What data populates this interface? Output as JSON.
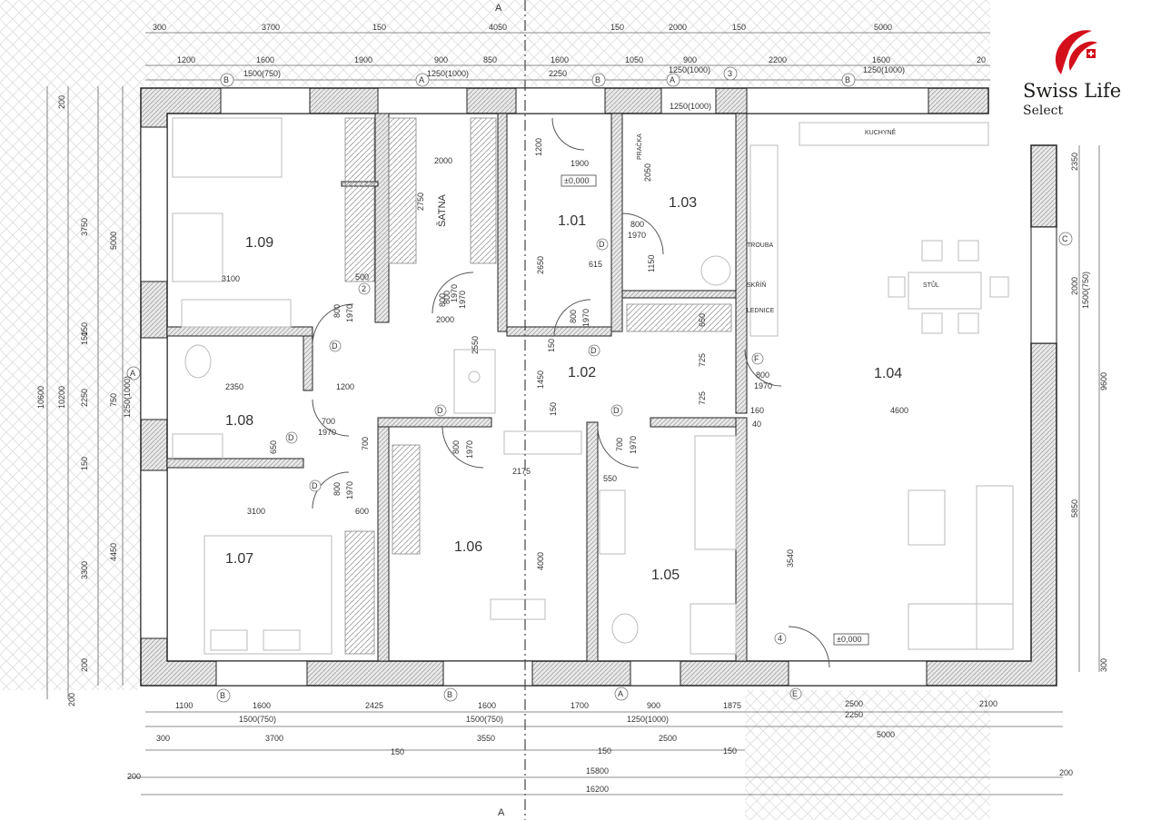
{
  "brand": {
    "name": "Swiss Life",
    "sub": "Select",
    "color": "#d40f1c"
  },
  "section_marks": {
    "label": "A"
  },
  "grid_axes": {
    "a": "A",
    "b": "B",
    "c": "C",
    "d": "D",
    "e": "E",
    "f": "F",
    "n2": "2",
    "n3": "3",
    "n4": "4"
  },
  "rooms": {
    "r101": "1.01",
    "r102": "1.02",
    "r103": "1.03",
    "r104": "1.04",
    "r105": "1.05",
    "r106": "1.06",
    "r107": "1.07",
    "r108": "1.08",
    "r109": "1.09",
    "satna": "ŠATNA"
  },
  "levels": {
    "l1": "±0,000",
    "l2": "±0,000"
  },
  "dims_top": {
    "t1": "300",
    "t2": "3700",
    "t3": "150",
    "t4": "4050",
    "t5": "150",
    "t6": "2000",
    "t7": "150",
    "t8": "5000",
    "u1": "1200",
    "u2": "1600",
    "u3": "1900",
    "u4": "900",
    "u5": "850",
    "u6": "1600",
    "u7": "1050",
    "u8": "900",
    "u9": "2200",
    "u10": "1600",
    "u11": "20",
    "v1": "1500(750)",
    "v2": "1250(1000)",
    "v3": "2250",
    "v4": "1250(1000)",
    "v5": "1250(1000)"
  },
  "dims_bottom": {
    "b1": "1100",
    "b2": "1600",
    "b3": "2425",
    "b4": "1600",
    "b5": "1700",
    "b6": "900",
    "b7": "1875",
    "b8": "2500",
    "b9": "2100",
    "c1": "1500(750)",
    "c2": "1500(750)",
    "c3": "1250(1000)",
    "c4": "2250",
    "d1": "300",
    "d2": "3700",
    "d3": "150",
    "d4": "3550",
    "d5": "150",
    "d6": "2500",
    "d7": "150",
    "d8": "5000",
    "e1": "200",
    "e2": "15800",
    "e3": "200",
    "e4": "16200"
  },
  "dims_left": {
    "l1": "10600",
    "l2": "10200",
    "l3": "200",
    "l4": "3750",
    "l5": "5000",
    "l6": "150",
    "l7": "2250",
    "l8": "750",
    "l9": "1250(1000)",
    "l10": "150",
    "l11": "3300",
    "l12": "4450",
    "l13": "200",
    "l14": "200"
  },
  "dims_right": {
    "r1": "2350",
    "r2": "2000",
    "r3": "1500(750)",
    "r4": "9600",
    "r5": "5850",
    "r6": "300"
  },
  "dims_inner": {
    "i1": "2000",
    "i2": "2750",
    "i3": "1200",
    "i4": "1900",
    "i5": "2050",
    "i6": "2650",
    "i7": "615",
    "i8": "1150",
    "i9": "3100",
    "i10": "500",
    "i11": "2000",
    "i12": "2350",
    "i13": "1200",
    "i14": "650",
    "i15": "700",
    "i16": "3100",
    "i17": "600",
    "i18": "2175",
    "i19": "4000",
    "i20": "550",
    "i21": "3540",
    "i22": "4600",
    "i23": "1450",
    "i24": "150",
    "i25": "725",
    "i26": "725",
    "i27": "650",
    "i28": "160",
    "i29": "40",
    "i30": "2550",
    "i31": "150",
    "i32": "150",
    "i33": "1250(1000)"
  },
  "doors": {
    "d1": "800",
    "d1h": "1970",
    "d2": "800",
    "d2h": "1970",
    "d3": "800",
    "d3h": "1970",
    "d4": "800",
    "d4h": "1970",
    "d5": "700",
    "d5h": "1970",
    "d6": "800",
    "d6h": "1970",
    "d7": "800",
    "d7h": "1970",
    "d8": "700",
    "d8h": "1970",
    "d9": "800",
    "d9h": "1970",
    "d10": "800",
    "d10h": "1970"
  },
  "fixtures": {
    "kuchyne": "KUCHYNĚ",
    "trouba": "TROUBA",
    "lednice": "LEDNICE",
    "sklep": "SKŘÍŇ",
    "stul": "STŮL",
    "pracka": "PRAČKA"
  }
}
